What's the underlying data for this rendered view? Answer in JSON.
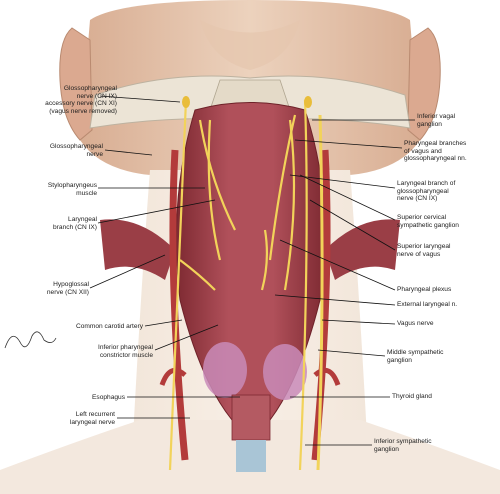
{
  "labels": {
    "glossopharyngeal_accessory": "Glossopharyngeal\nnerve (CN IX)\naccessory nerve (CN XI)\n(vagus nerve removed)",
    "glossopharyngeal_nerve": "Glossopharyngeal\nnerve",
    "stylopharyngeus": "Stylopharyngeus\nmuscle",
    "laryngeal_branch_left": "Laryngeal\nbranch (CN IX)",
    "hypoglossal": "Hypoglossal\nnerve (CN XII)",
    "common_carotid": "Common carotid artery",
    "inferior_pharyngeal": "Inferior pharyngeal\nconstrictor muscle",
    "esophagus": "Esophagus",
    "left_recurrent": "Left recurrent\nlaryngeal nerve",
    "inferior_vagal": "Inferior vagal\nganglion",
    "pharyngeal_branches": "Pharyngeal branches\nof vagus and\nglossopharyngeal nn.",
    "laryngeal_branch_right": "Laryngeal branch of\nglossopharyngeal\nnerve (CN IX)",
    "superior_cervical": "Superior cervical\nsympathetic ganglion",
    "superior_laryngeal": "Superior laryngeal\nnerve of vagus",
    "pharyngeal_plexus": "Pharyngeal plexus",
    "external_laryngeal": "External laryngeal n.",
    "vagus": "Vagus nerve",
    "middle_sympathetic": "Middle sympathetic\nganglion",
    "thyroid": "Thyroid gland",
    "inferior_sympathetic": "Inferior sympathetic\nganglion"
  },
  "colors": {
    "skin": "#e3c2a8",
    "muscle": "#a8434a",
    "nerve": "#f2d35a",
    "bone": "#ece4d6",
    "thyroid": "#c98bb8"
  }
}
